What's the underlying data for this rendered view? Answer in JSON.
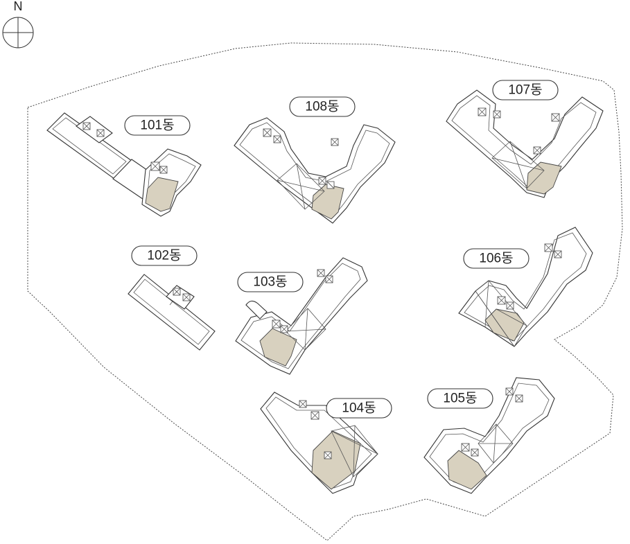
{
  "compass": {
    "label": "N",
    "icon": "north-arrow-icon"
  },
  "buildings": [
    {
      "id": "101",
      "label": "101동"
    },
    {
      "id": "102",
      "label": "102동"
    },
    {
      "id": "103",
      "label": "103동"
    },
    {
      "id": "104",
      "label": "104동"
    },
    {
      "id": "105",
      "label": "105동"
    },
    {
      "id": "106",
      "label": "106동"
    },
    {
      "id": "107",
      "label": "107동"
    },
    {
      "id": "108",
      "label": "108동"
    }
  ],
  "colors": {
    "highlight": "#d8d1bf",
    "line": "#333333",
    "background": "#ffffff"
  }
}
